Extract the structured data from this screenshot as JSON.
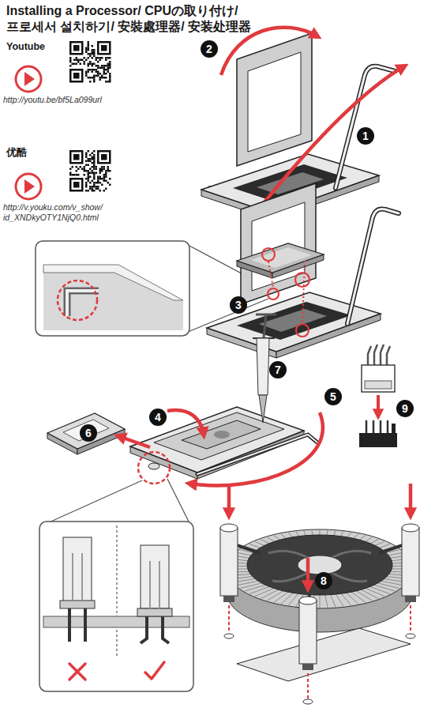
{
  "diagram": {
    "title": "Installing a Processor/ CPUの取り付け/ 프로세서 설치하기/ 安裝處理器/ 安装处理器",
    "labels": [
      "Youtube",
      "http://youtu.be/bf5La099url",
      "优酷",
      "http://v.youku.com/v_show/ id_XNDkyOTY1NjQ0.html",
      "2",
      "1",
      "3",
      "7",
      "4",
      "5",
      "6",
      "9",
      "8"
    ]
  }
}
